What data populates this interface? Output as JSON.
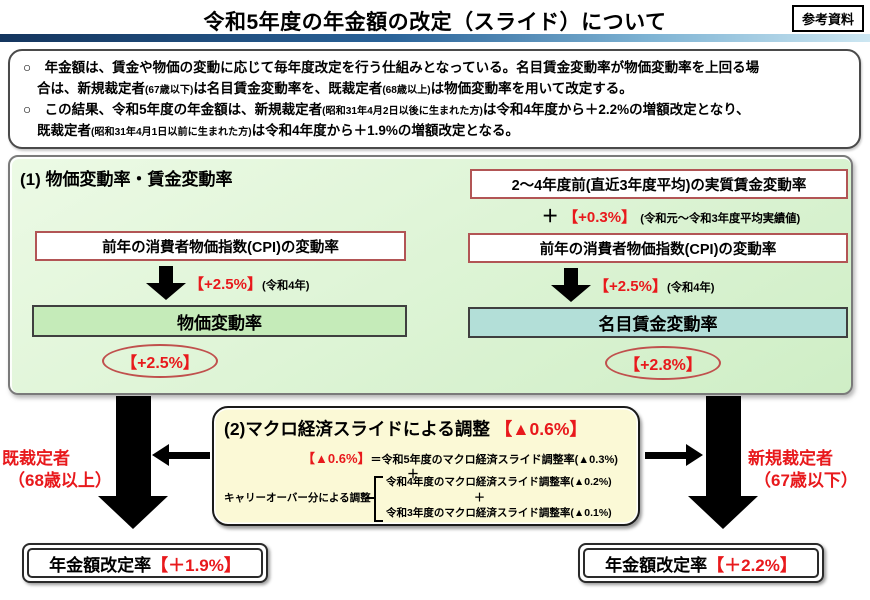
{
  "header": {
    "title": "令和5年度の年金額の改定（スライド）について",
    "ref_label": "参考資料"
  },
  "colors": {
    "accent_red": "#e8191c",
    "panel_green": "#d7f1cc",
    "price_box_green": "#c5ebb9",
    "wage_box_teal": "#b3dfd8",
    "panel_yellow": "#fbf9d6",
    "red_border": "#b25555",
    "oval_red": "#c0504d",
    "bar_gradient_left": "#14355e",
    "bar_gradient_right": "#cde7f2"
  },
  "intro": {
    "bullets": [
      {
        "lines": [
          [
            {
              "t": "○　年金額は、賃金や物価の変動に応じて毎年度改定を行う仕組みとなっている。名目賃金変動率が物価変動率を上回る場"
            }
          ],
          [
            {
              "t": "合は、新規裁定者"
            },
            {
              "t": "(67歳以下)",
              "c": "sm"
            },
            {
              "t": "は名目賃金変動率を、既裁定者"
            },
            {
              "t": "(68歳以上)",
              "c": "sm"
            },
            {
              "t": "は物価変動率を用いて改定する。"
            }
          ]
        ]
      },
      {
        "lines": [
          [
            {
              "t": "○　この結果、令和5年度の年金額は、新規裁定者"
            },
            {
              "t": "(昭和31年4月2日以後に生まれた方)",
              "c": "sm"
            },
            {
              "t": "は令和4年度から＋2.2%の増額改定となり、"
            }
          ],
          [
            {
              "t": "既裁定者"
            },
            {
              "t": "(昭和31年4月1日以前に生まれた方)",
              "c": "sm"
            },
            {
              "t": "は令和4年度から＋1.9%の増額改定となる。"
            }
          ]
        ]
      }
    ]
  },
  "section1": {
    "heading": "(1) 物価変動率・賃金変動率",
    "wage_box": "2～4年度前(直近3年度平均)の実質賃金変動率",
    "plus_line": [
      {
        "t": "＋ ",
        "c": "plus-sign"
      },
      {
        "t": "【+0.3%】",
        "c": "redb"
      },
      {
        "t": " "
      },
      {
        "t": "(令和元～令和3年度平均実績値)",
        "c": "sm"
      }
    ],
    "cpi_box_left": "前年の消費者物価指数(CPI)の変動率",
    "cpi_box_right": "前年の消費者物価指数(CPI)の変動率",
    "arrow_label": [
      {
        "t": "【+2.5%】",
        "c": "redb"
      },
      {
        "t": "(令和4年)",
        "c": "sm"
      }
    ],
    "price_result": "物価変動率",
    "wage_result": "名目賃金変動率",
    "oval_left": "【+2.5%】",
    "oval_right": "【+2.8%】"
  },
  "section2": {
    "heading": [
      {
        "t": "(2)マクロ経済スライドによる調整 "
      },
      {
        "t": "【▲0.6%】",
        "c": "redb"
      }
    ],
    "eq_line": [
      {
        "t": "【▲0.6%】",
        "c": "redb-eq"
      },
      {
        "t": "＝令和5年度のマクロ経済スライド調整率(▲0.3%)"
      }
    ],
    "plus_top": "＋",
    "carryover_label": "キャリーオーバー分による調整",
    "carryover_line1": "令和4年度のマクロ経済スライド調整率(▲0.2%)",
    "carryover_plus": "＋",
    "carryover_line2": "令和3年度のマクロ経済スライド調整率(▲0.1%)"
  },
  "flows": {
    "left_line1": "既裁定者",
    "left_line2": "（68歳以上）",
    "right_line1": "新規裁定者",
    "right_line2": "（67歳以下）"
  },
  "results": {
    "left": [
      {
        "t": "年金額改定率 "
      },
      {
        "t": "【＋1.9%】",
        "c": "redb"
      }
    ],
    "right": [
      {
        "t": "年金額改定率 "
      },
      {
        "t": "【＋2.2%】",
        "c": "redb"
      }
    ]
  }
}
